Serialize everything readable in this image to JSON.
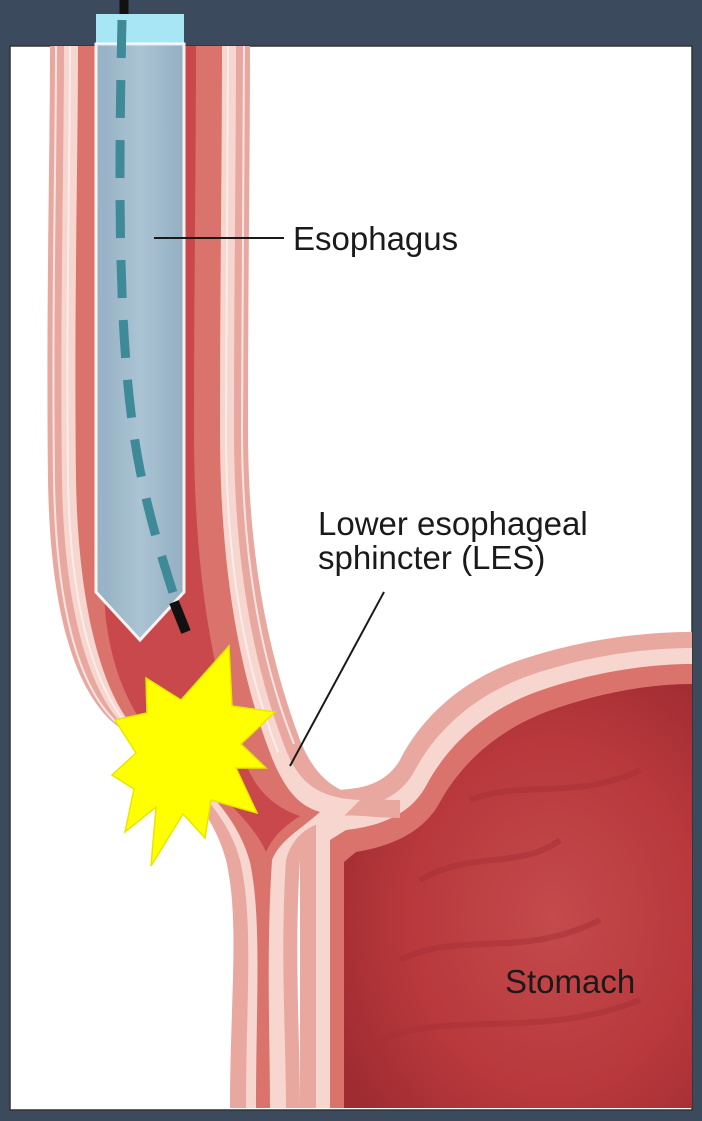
{
  "labels": {
    "esophagus": "Esophagus",
    "les_line1": "Lower esophageal",
    "les_line2": "sphincter (LES)",
    "stomach": "Stomach"
  },
  "colors": {
    "frame_border": "#3b4a5c",
    "panel_bg": "#ffffff",
    "tissue_outer": "#e8a8a0",
    "tissue_band": "#f6d6cf",
    "tissue_wall": "#d9736c",
    "lumen": "#c9484b",
    "stomach_interior": "#b8383c",
    "overlay_tube": "#9cc3d6",
    "overlay_tube_top": "#a8e6f5",
    "dashed_line": "#3e8a98",
    "burst": "#ffff00",
    "leader_line": "#1a1a1a"
  }
}
